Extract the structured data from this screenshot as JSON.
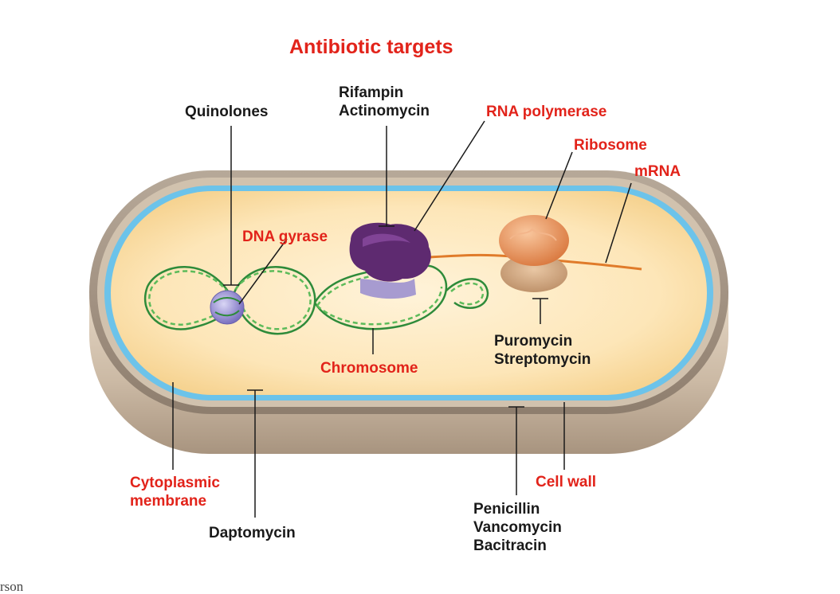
{
  "title": "Antibiotic targets",
  "labels": {
    "quinolones": "Quinolones",
    "rifampin": "Rifampin",
    "actinomycin": "Actinomycin",
    "rna_polymerase": "RNA polymerase",
    "ribosome": "Ribosome",
    "mrna": "mRNA",
    "dna_gyrase": "DNA gyrase",
    "chromosome": "Chromosome",
    "puromycin": "Puromycin",
    "streptomycin": "Streptomycin",
    "cytoplasmic_1": "Cytoplasmic",
    "cytoplasmic_2": "membrane",
    "daptomycin": "Daptomycin",
    "cell_wall": "Cell wall",
    "penicillin": "Penicillin",
    "vancomycin": "Vancomycin",
    "bacitracin": "Bacitracin"
  },
  "credit": "rson",
  "colors": {
    "target_label": "#e2231a",
    "drug_label": "#1a1a1a",
    "cell_wall": "#9a8a78",
    "membrane": "#6cc3ea",
    "cytoplasm": "#fbe2b0",
    "dna": "#2e8b3a",
    "rna_polymerase": "#6b2f7a",
    "ribosome": "#e89a63",
    "mrna": "#e07b2a",
    "dna_gyrase": "#8f86cf"
  }
}
